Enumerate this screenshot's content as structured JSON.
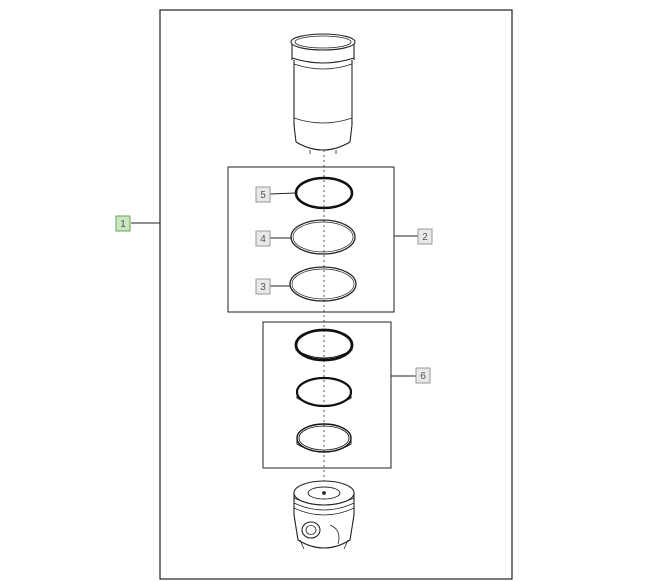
{
  "diagram": {
    "callouts": {
      "assembly": "1",
      "seal_kit": "2",
      "ring_large": "3",
      "ring_middle": "4",
      "ring_top": "5",
      "piston_ring_set": "6"
    },
    "colors": {
      "line": "#1a1a1a",
      "callout_fill": "#e8e8e8",
      "callout_stroke": "#9a9a9a",
      "assembly_fill": "#c8e6c0",
      "assembly_stroke": "#6aa25a"
    }
  }
}
